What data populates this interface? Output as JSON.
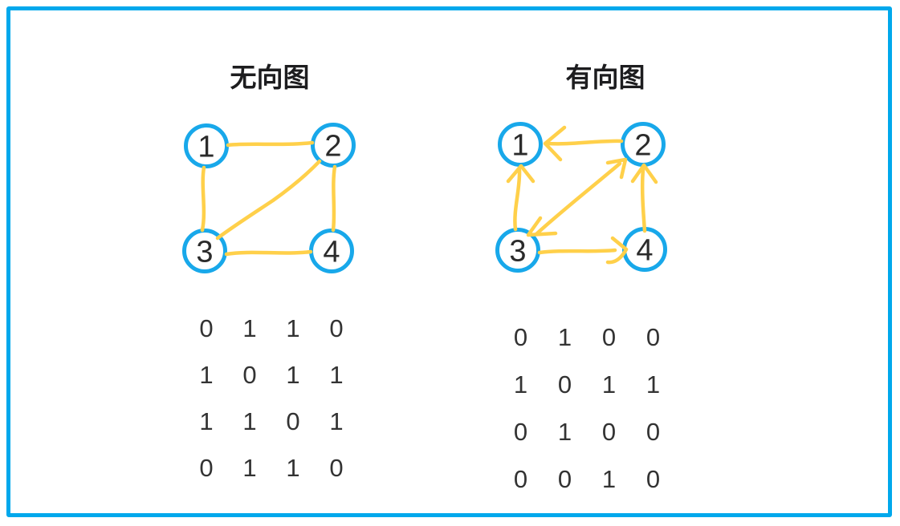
{
  "page": {
    "background": "#ffffff",
    "frame_color": "#00A8EC"
  },
  "style": {
    "node_stroke_color": "#18A8EA",
    "edge_color": "#FFD04A",
    "digit_color": "#333333",
    "title_color": "#1d1d1f"
  },
  "left_panel": {
    "title": "无向图",
    "graph_type": "undirected",
    "nodes": [
      {
        "label": "1"
      },
      {
        "label": "2"
      },
      {
        "label": "3"
      },
      {
        "label": "4"
      }
    ],
    "edges": [
      "1-2",
      "1-3",
      "2-3",
      "2-4",
      "3-4"
    ],
    "adjacency_matrix": [
      [
        0,
        1,
        1,
        0
      ],
      [
        1,
        0,
        1,
        1
      ],
      [
        1,
        1,
        0,
        1
      ],
      [
        0,
        1,
        1,
        0
      ]
    ]
  },
  "right_panel": {
    "title": "有向图",
    "graph_type": "directed",
    "nodes": [
      {
        "label": "1"
      },
      {
        "label": "2"
      },
      {
        "label": "3"
      },
      {
        "label": "4"
      }
    ],
    "edges": [
      "2→1",
      "3→1",
      "3→2",
      "2→3",
      "3→4",
      "4→2"
    ],
    "adjacency_matrix": [
      [
        0,
        1,
        0,
        0
      ],
      [
        1,
        0,
        1,
        1
      ],
      [
        0,
        1,
        0,
        0
      ],
      [
        0,
        0,
        1,
        0
      ]
    ]
  }
}
